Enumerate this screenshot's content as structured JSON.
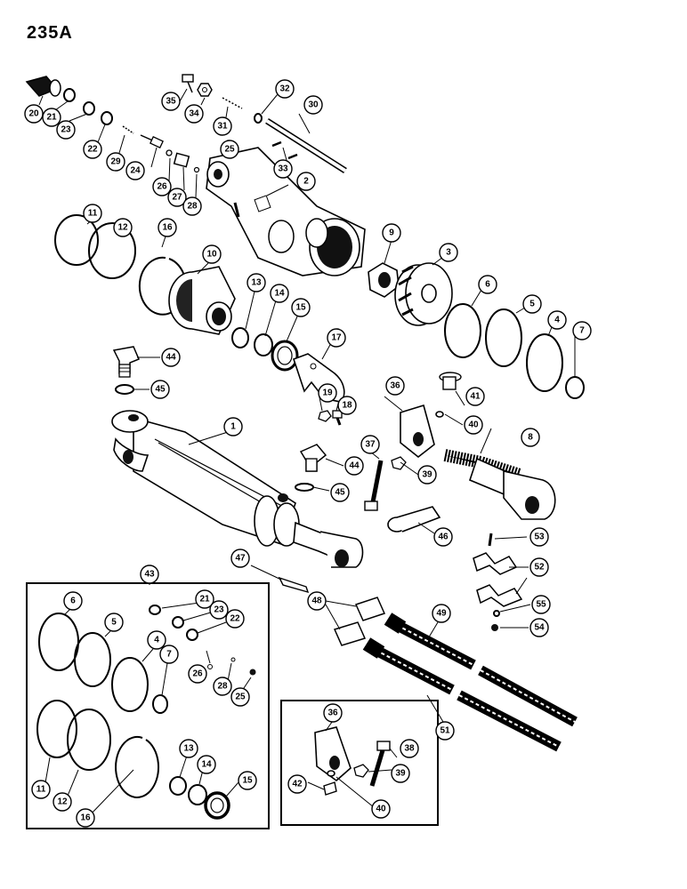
{
  "page_number": "235A",
  "callouts": [
    "1",
    "2",
    "3",
    "4",
    "5",
    "6",
    "7",
    "8",
    "9",
    "10",
    "11",
    "12",
    "13",
    "14",
    "15",
    "16",
    "17",
    "18",
    "19",
    "20",
    "21",
    "22",
    "23",
    "24",
    "25",
    "26",
    "27",
    "28",
    "29",
    "30",
    "31",
    "32",
    "33",
    "34",
    "35",
    "36",
    "37",
    "38",
    "39",
    "40",
    "41",
    "42",
    "43",
    "44",
    "45",
    "46",
    "47",
    "48",
    "49",
    "51",
    "52",
    "53",
    "54",
    "55"
  ],
  "inset_callouts": [
    "4",
    "5",
    "6",
    "7",
    "11",
    "12",
    "13",
    "14",
    "15",
    "16",
    "21",
    "22",
    "23",
    "25",
    "26",
    "28",
    "36",
    "38",
    "39",
    "40",
    "42"
  ]
}
